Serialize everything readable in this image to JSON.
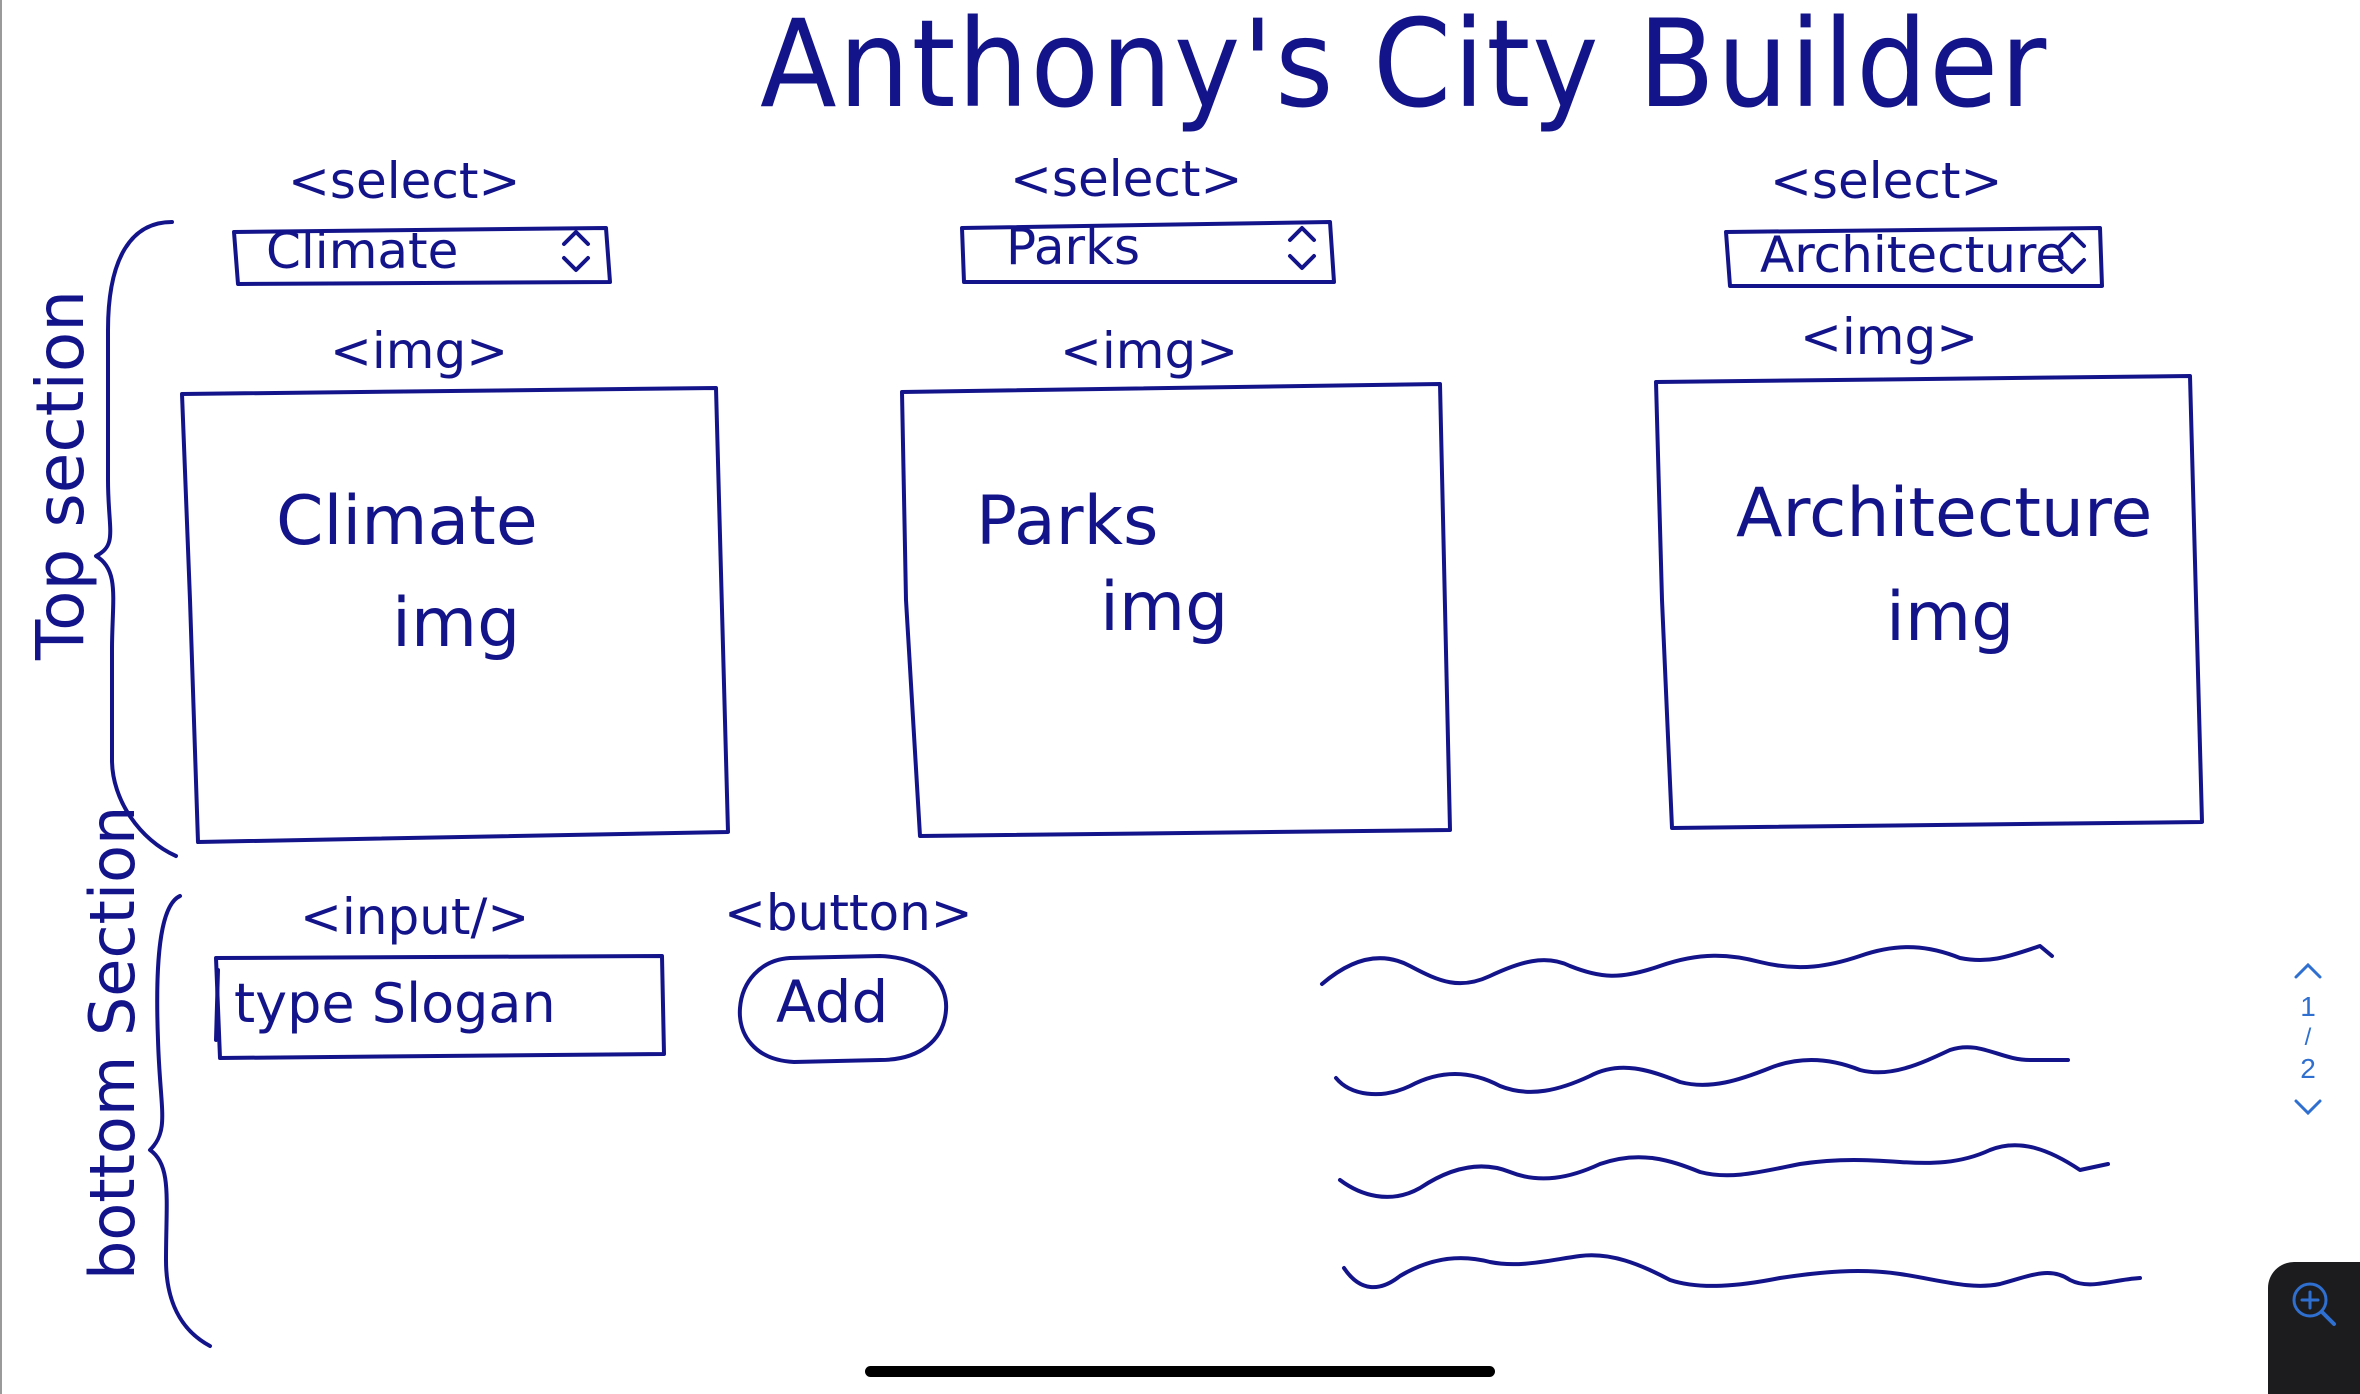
{
  "title": "Anthony's City Builder",
  "top_section": {
    "label": "Top section",
    "columns": [
      {
        "select_tag": "<select>",
        "select_value": "Climate",
        "img_tag": "<img>",
        "img_line1": "Climate",
        "img_line2": "img"
      },
      {
        "select_tag": "<select>",
        "select_value": "Parks",
        "img_tag": "<img>",
        "img_line1": "Parks",
        "img_line2": "img"
      },
      {
        "select_tag": "<select>",
        "select_value": "Architecture",
        "img_tag": "<img>",
        "img_line1": "Architecture",
        "img_line2": "img"
      }
    ]
  },
  "bottom_section": {
    "label": "bottom Section",
    "input_tag": "<input/>",
    "input_placeholder": "type Slogan",
    "button_tag": "<button>",
    "button_label": "Add"
  },
  "pager": {
    "up": "^",
    "current": "1",
    "separator": "/",
    "total": "2",
    "down": "v"
  },
  "icons": {
    "zoom": "zoom-in-icon",
    "chevron_up": "chevron-up-icon",
    "chevron_down": "chevron-down-icon",
    "stepper": "up-down-arrows-icon"
  },
  "colors": {
    "ink": "#14148a",
    "viewer_accent": "#2f6fd0",
    "panel": "#1c1c1e"
  }
}
